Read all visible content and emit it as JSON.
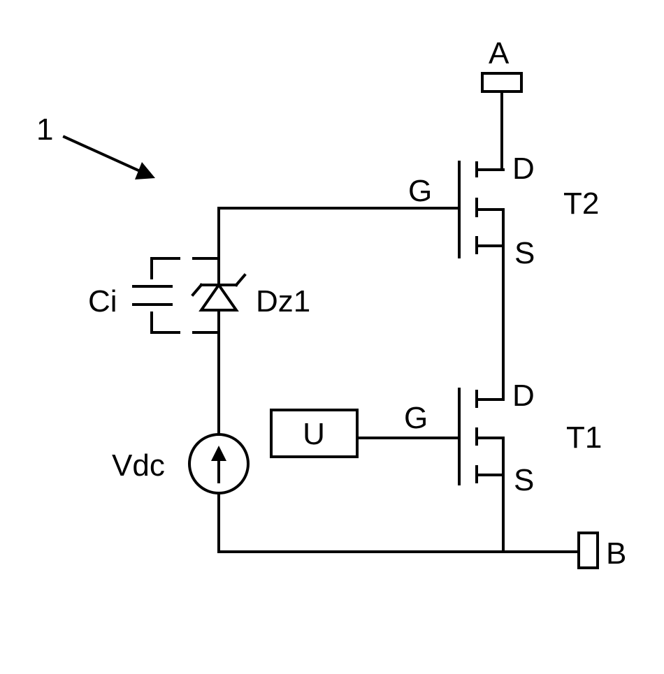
{
  "figure_ref": "1",
  "terminals": {
    "a": "A",
    "b": "B"
  },
  "transistors": {
    "upper": {
      "name": "T2",
      "gate": "G",
      "drain": "D",
      "source": "S"
    },
    "lower": {
      "name": "T1",
      "gate": "G",
      "drain": "D",
      "source": "S"
    }
  },
  "components": {
    "capacitor": "Ci",
    "zener_diode": "Dz1",
    "dc_source": "Vdc",
    "control_unit": "U"
  },
  "colors": {
    "ink": "#000000",
    "background": "#ffffff"
  }
}
